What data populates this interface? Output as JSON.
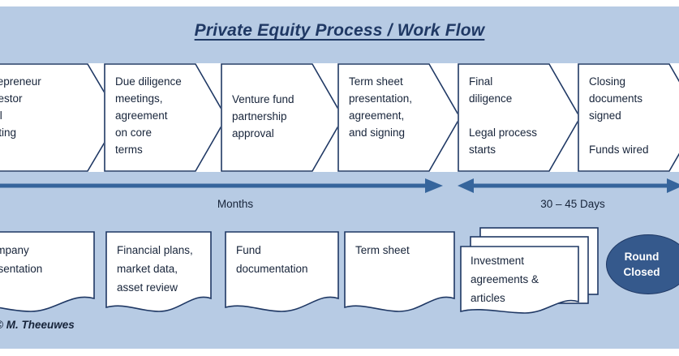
{
  "page": {
    "title": "Private Equity Process / Work Flow",
    "background_color": "#b7cbe4",
    "accent_color": "#1f3864",
    "arrow_color": "#36659c",
    "credit": "© M. Theeuwes"
  },
  "process_steps": [
    {
      "id": "step-1",
      "text": "Entrepreneur\n/ Investor\ninitial\nmeeting"
    },
    {
      "id": "step-2",
      "text": "Due diligence\nmeetings,\nagreement\non core\nterms"
    },
    {
      "id": "step-3",
      "text": "Venture fund\npartnership\napproval"
    },
    {
      "id": "step-4",
      "text": "Term sheet\npresentation,\nagreement,\nand signing"
    },
    {
      "id": "step-5",
      "text": "Final\ndiligence\n\nLegal process\nstarts"
    },
    {
      "id": "step-6",
      "text": "Closing\ndocuments\nsigned\n\nFunds wired"
    }
  ],
  "timeline": {
    "arrows": [
      {
        "id": "arrow-months",
        "label": "Months",
        "direction": "right"
      },
      {
        "id": "arrow-days",
        "label": "30 – 45 Days",
        "direction": "both"
      }
    ]
  },
  "documents": [
    {
      "id": "doc-1",
      "text": "Company\npresentation",
      "stacked": false
    },
    {
      "id": "doc-2",
      "text": "Financial plans,\nmarket data,\nasset review",
      "stacked": false
    },
    {
      "id": "doc-3",
      "text": "Fund\ndocumentation",
      "stacked": false
    },
    {
      "id": "doc-4",
      "text": "Term sheet",
      "stacked": false
    },
    {
      "id": "doc-5",
      "text": "Investment\nagreements &\narticles",
      "stacked": true
    }
  ],
  "outcome": {
    "label": "Round\nClosed",
    "fill_color": "#35598c",
    "text_color": "#ffffff"
  }
}
